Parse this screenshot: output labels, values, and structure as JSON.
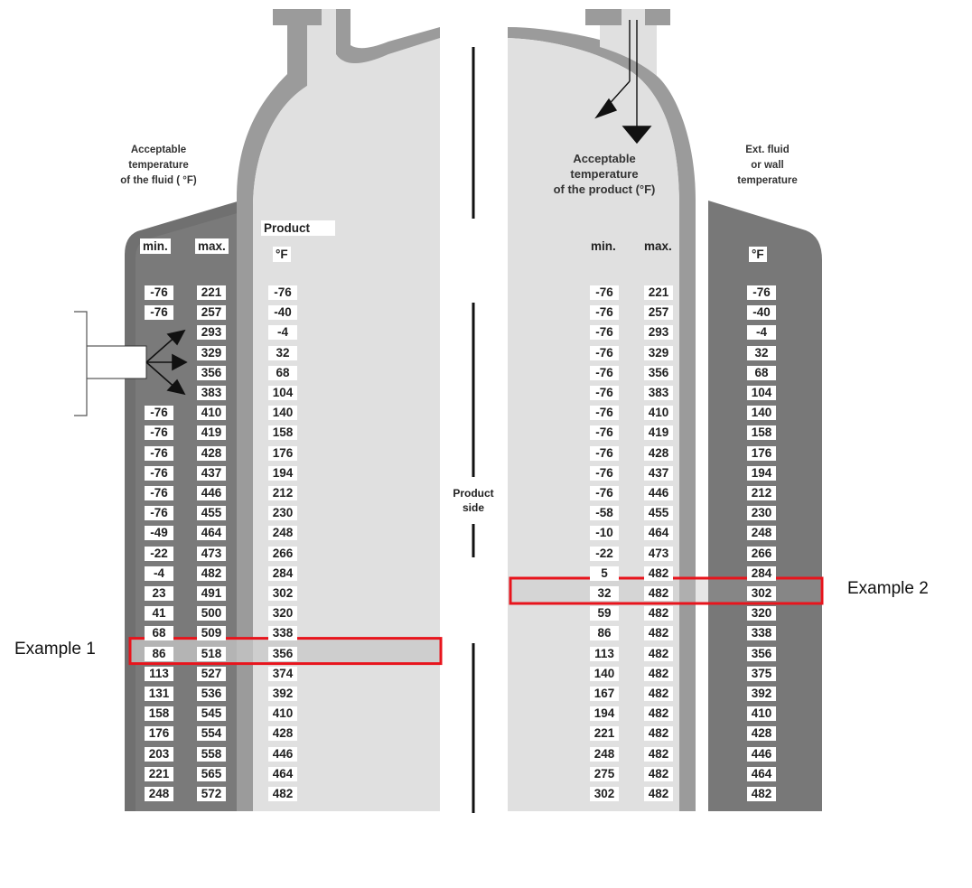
{
  "left": {
    "caption": "Acceptable\ntemperature\nof the fluid ( °F)",
    "headers": {
      "min": "min.",
      "max": "max.",
      "product": "Product",
      "unit": "°F"
    },
    "rows": [
      {
        "min": "-76",
        "max": "221",
        "f": "-76"
      },
      {
        "min": "-76",
        "max": "257",
        "f": "-40"
      },
      {
        "min": "",
        "max": "293",
        "f": "-4"
      },
      {
        "min": "",
        "max": "329",
        "f": "32"
      },
      {
        "min": "",
        "max": "356",
        "f": "68"
      },
      {
        "min": "",
        "max": "383",
        "f": "104"
      },
      {
        "min": "-76",
        "max": "410",
        "f": "140"
      },
      {
        "min": "-76",
        "max": "419",
        "f": "158"
      },
      {
        "min": "-76",
        "max": "428",
        "f": "176"
      },
      {
        "min": "-76",
        "max": "437",
        "f": "194"
      },
      {
        "min": "-76",
        "max": "446",
        "f": "212"
      },
      {
        "min": "-76",
        "max": "455",
        "f": "230"
      },
      {
        "min": "-49",
        "max": "464",
        "f": "248"
      },
      {
        "min": "-22",
        "max": "473",
        "f": "266"
      },
      {
        "min": "-4",
        "max": "482",
        "f": "284"
      },
      {
        "min": "23",
        "max": "491",
        "f": "302"
      },
      {
        "min": "41",
        "max": "500",
        "f": "320"
      },
      {
        "min": "68",
        "max": "509",
        "f": "338"
      },
      {
        "min": "86",
        "max": "518",
        "f": "356"
      },
      {
        "min": "113",
        "max": "527",
        "f": "374"
      },
      {
        "min": "131",
        "max": "536",
        "f": "392"
      },
      {
        "min": "158",
        "max": "545",
        "f": "410"
      },
      {
        "min": "176",
        "max": "554",
        "f": "428"
      },
      {
        "min": "203",
        "max": "558",
        "f": "446"
      },
      {
        "min": "221",
        "max": "565",
        "f": "464"
      },
      {
        "min": "248",
        "max": "572",
        "f": "482"
      }
    ]
  },
  "right": {
    "caption_product": "Acceptable\ntemperature\nof the product (°F)",
    "caption_ext": "Ext. fluid\nor wall\ntemperature",
    "headers": {
      "min": "min.",
      "max": "max.",
      "unit": "°F"
    },
    "rows": [
      {
        "min": "-76",
        "max": "221",
        "f": "-76"
      },
      {
        "min": "-76",
        "max": "257",
        "f": "-40"
      },
      {
        "min": "-76",
        "max": "293",
        "f": "-4"
      },
      {
        "min": "-76",
        "max": "329",
        "f": "32"
      },
      {
        "min": "-76",
        "max": "356",
        "f": "68"
      },
      {
        "min": "-76",
        "max": "383",
        "f": "104"
      },
      {
        "min": "-76",
        "max": "410",
        "f": "140"
      },
      {
        "min": "-76",
        "max": "419",
        "f": "158"
      },
      {
        "min": "-76",
        "max": "428",
        "f": "176"
      },
      {
        "min": "-76",
        "max": "437",
        "f": "194"
      },
      {
        "min": "-76",
        "max": "446",
        "f": "212"
      },
      {
        "min": "-58",
        "max": "455",
        "f": "230"
      },
      {
        "min": "-10",
        "max": "464",
        "f": "248"
      },
      {
        "min": "-22",
        "max": "473",
        "f": "266"
      },
      {
        "min": "5",
        "max": "482",
        "f": "284"
      },
      {
        "min": "32",
        "max": "482",
        "f": "302"
      },
      {
        "min": "59",
        "max": "482",
        "f": "320"
      },
      {
        "min": "86",
        "max": "482",
        "f": "338"
      },
      {
        "min": "113",
        "max": "482",
        "f": "356"
      },
      {
        "min": "140",
        "max": "482",
        "f": "375"
      },
      {
        "min": "167",
        "max": "482",
        "f": "392"
      },
      {
        "min": "194",
        "max": "482",
        "f": "410"
      },
      {
        "min": "221",
        "max": "482",
        "f": "428"
      },
      {
        "min": "248",
        "max": "482",
        "f": "446"
      },
      {
        "min": "275",
        "max": "482",
        "f": "464"
      },
      {
        "min": "302",
        "max": "482",
        "f": "482"
      }
    ]
  },
  "center_label": "Product\nside",
  "examples": [
    {
      "label": "Example 1",
      "side": "left",
      "row": 18
    },
    {
      "label": "Example 2",
      "side": "right",
      "row": 15
    }
  ],
  "colors": {
    "jacket_dark": "#6e6e6e",
    "jacket_mid": "#8a8a8a",
    "vessel_wall": "#9b9b9b",
    "product_fill": "#e0e0e0",
    "highlight_fill": "#c8c8c8",
    "highlight_dark": "#505050",
    "highlight_box": "#e8141c"
  }
}
